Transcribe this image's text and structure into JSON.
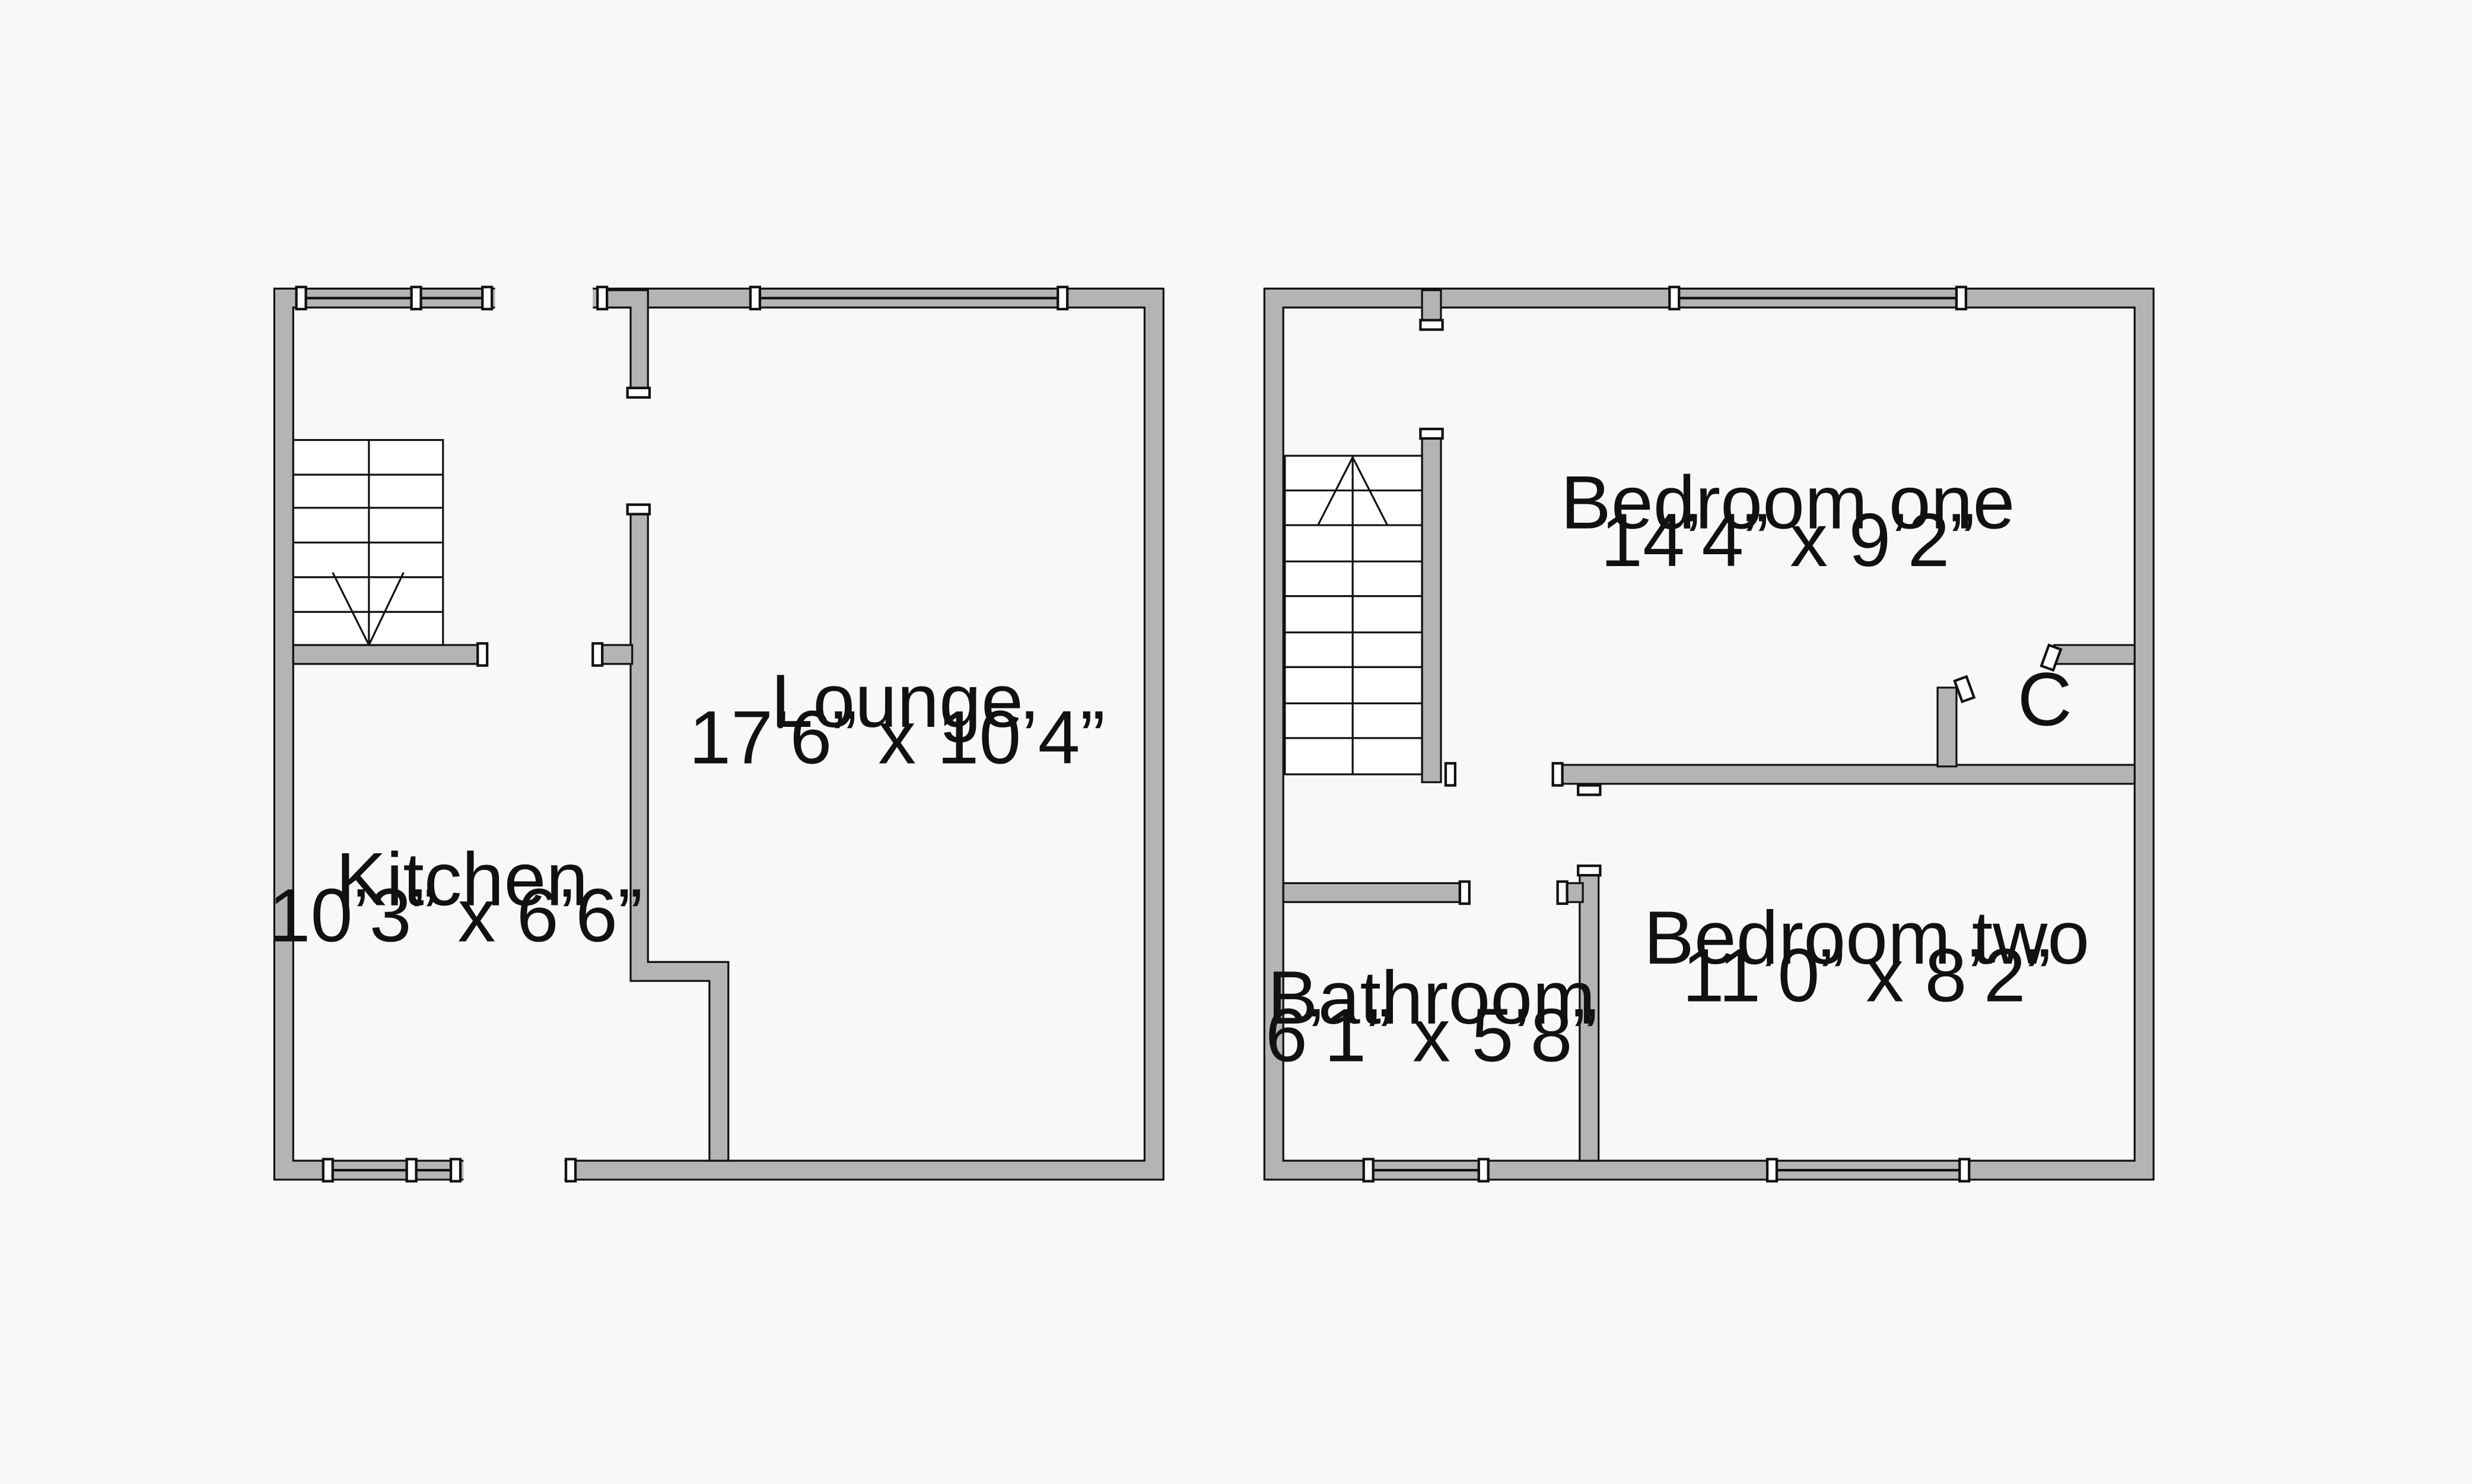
{
  "floors": [
    {
      "rooms": [
        {
          "name": "Lounge",
          "dimensions": "17’6” x 10’4”"
        },
        {
          "name": "Kitchen",
          "dimensions": "10’3” x 6’6”"
        }
      ]
    },
    {
      "rooms": [
        {
          "name": "Bedroom one",
          "dimensions": "14’4” x 9’2”"
        },
        {
          "name": "C"
        },
        {
          "name": "Bedroom two",
          "dimensions": "11’0” x 8’2”"
        },
        {
          "name": "Bathroom",
          "dimensions": "6’1” x 5’8”"
        }
      ]
    }
  ],
  "colors": {
    "wall": "#b4b4b4",
    "outline": "#111111",
    "floor": "#ffffff",
    "background": "#f8f8f8"
  }
}
